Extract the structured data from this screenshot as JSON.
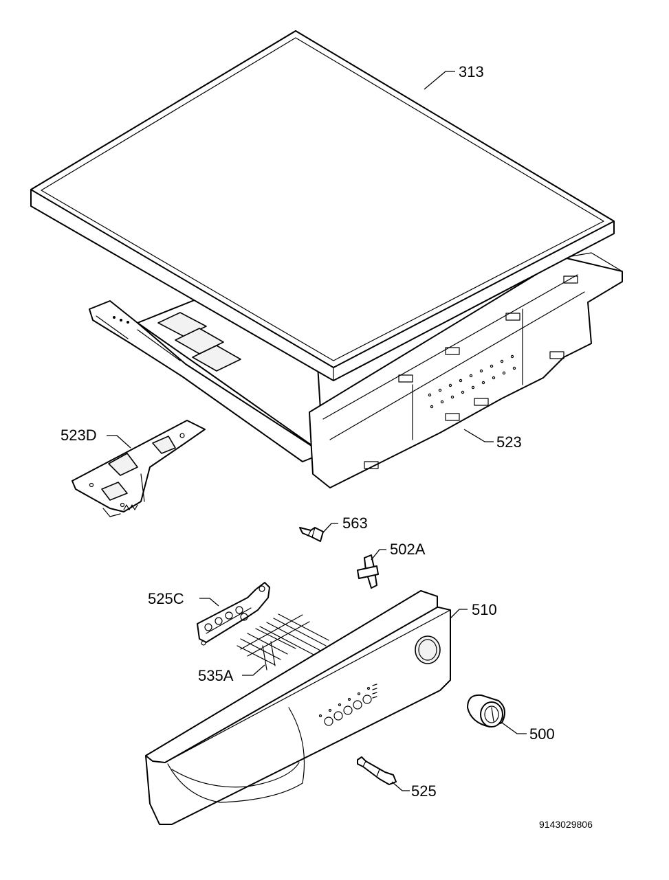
{
  "labels": {
    "p313": "313",
    "p523": "523",
    "p523D": "523D",
    "p563": "563",
    "p502A": "502A",
    "p510": "510",
    "p525C": "525C",
    "p535A": "535A",
    "p500": "500",
    "p525": "525"
  },
  "drawing_code": "9143029806"
}
